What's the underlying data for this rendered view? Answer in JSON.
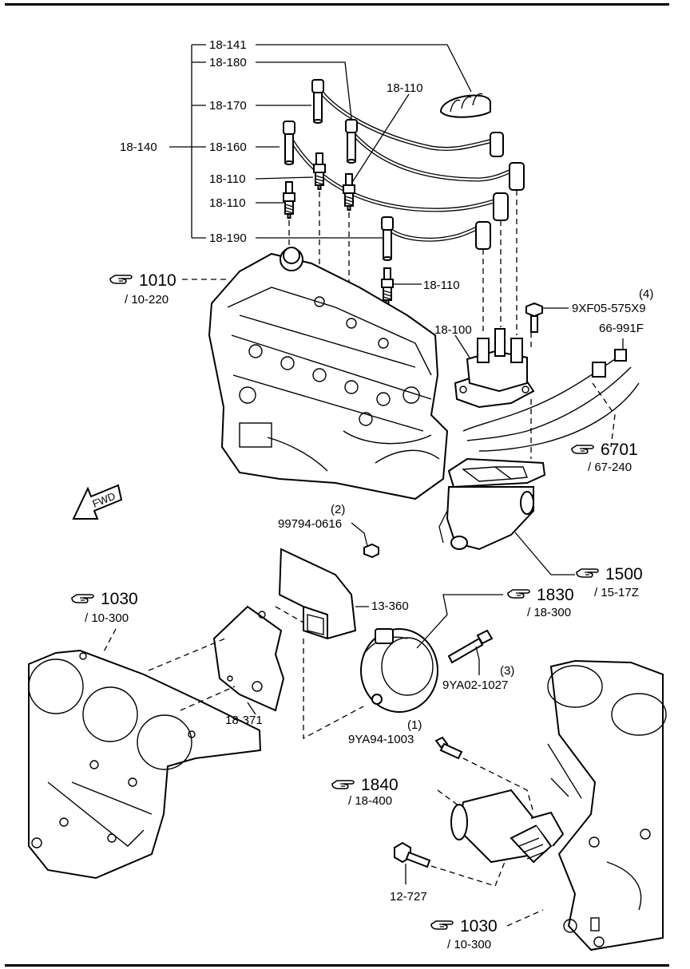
{
  "labels": {
    "l18_141": "18-141",
    "l18_180": "18-180",
    "l18_170": "18-170",
    "l18_140": "18-140",
    "l18_160": "18-160",
    "l18_110_a": "18-110",
    "l18_110_b": "18-110",
    "l18_110_c": "18-110",
    "l18_110_d": "18-110",
    "l18_190": "18-190",
    "l18_100": "18-100",
    "l13_360": "13-360",
    "l18_371": "18-371",
    "l12_727": "12-727"
  },
  "bolts": {
    "b1_qty": "(4)",
    "b1_code": "9XF05-575X9",
    "b2_code": "66-991F",
    "b3_qty": "(2)",
    "b3_code": "99794-0616",
    "b4_qty": "(3)",
    "b4_code": "9YA02-1027",
    "b5_qty": "(1)",
    "b5_code": "9YA94-1003"
  },
  "refs": {
    "r1010": {
      "num": "1010",
      "sub": "/ 10-220"
    },
    "r6701": {
      "num": "6701",
      "sub": "/ 67-240"
    },
    "r1500": {
      "num": "1500",
      "sub": "/ 15-17Z"
    },
    "r1030a": {
      "num": "1030",
      "sub": "/ 10-300"
    },
    "r1830": {
      "num": "1830",
      "sub": "/ 18-300"
    },
    "r1840": {
      "num": "1840",
      "sub": "/ 18-400"
    },
    "r1030b": {
      "num": "1030",
      "sub": "/ 10-300"
    }
  },
  "fwd_label": "FWD",
  "icons": [
    "pointing-hand-icon"
  ]
}
